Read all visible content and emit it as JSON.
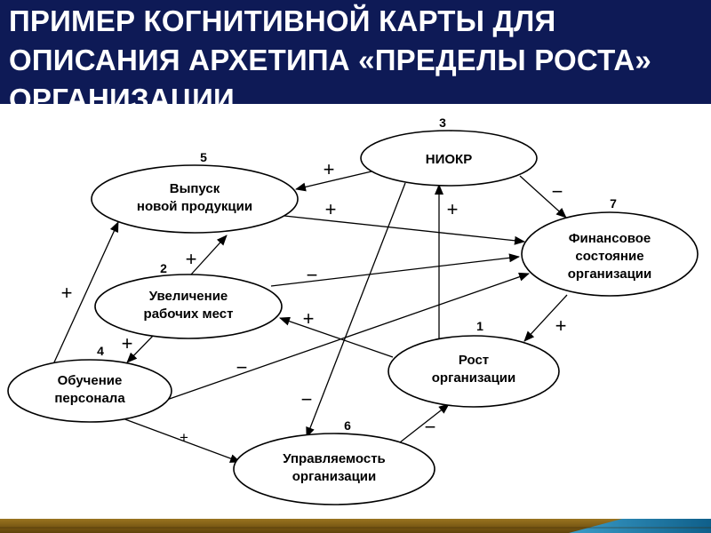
{
  "title": "ПРИМЕР КОГНИТИВНОЙ КАРТЫ ДЛЯ ОПИСАНИЯ АРХЕТИПА «ПРЕДЕЛЫ РОСТА» ОРГАНИЗАЦИИ",
  "colors": {
    "title_band": "#0e1a56",
    "title_text": "#ffffff",
    "stripe_gold": "#7a5a10",
    "stripe_teal": "#1f7aa6"
  },
  "nodes": {
    "n1": {
      "number": "1",
      "line1": "Рост",
      "line2": "организации"
    },
    "n2": {
      "number": "2",
      "line1": "Увеличение",
      "line2": "рабочих мест"
    },
    "n3": {
      "number": "3",
      "line1": "НИОКР"
    },
    "n4": {
      "number": "4",
      "line1": "Обучение",
      "line2": "персонала"
    },
    "n5": {
      "number": "5",
      "line1": "Выпуск",
      "line2": "новой продукции"
    },
    "n6": {
      "number": "6",
      "line1": "Управляемость",
      "line2": "организации"
    },
    "n7": {
      "number": "7",
      "line1": "Финансовое",
      "line2": "состояние",
      "line3": "организации"
    }
  },
  "signs": {
    "s3_5": "+",
    "s5_7": "+",
    "s3_7": "−",
    "s1_3": "+",
    "s2_5": "+",
    "s2_7": "−",
    "s1_2": "+",
    "s7_1": "+",
    "s2_4": "+",
    "s4_5": "+",
    "s4_7": "−",
    "s3_6": "−",
    "s4_6": "+",
    "s6_1": "−"
  }
}
